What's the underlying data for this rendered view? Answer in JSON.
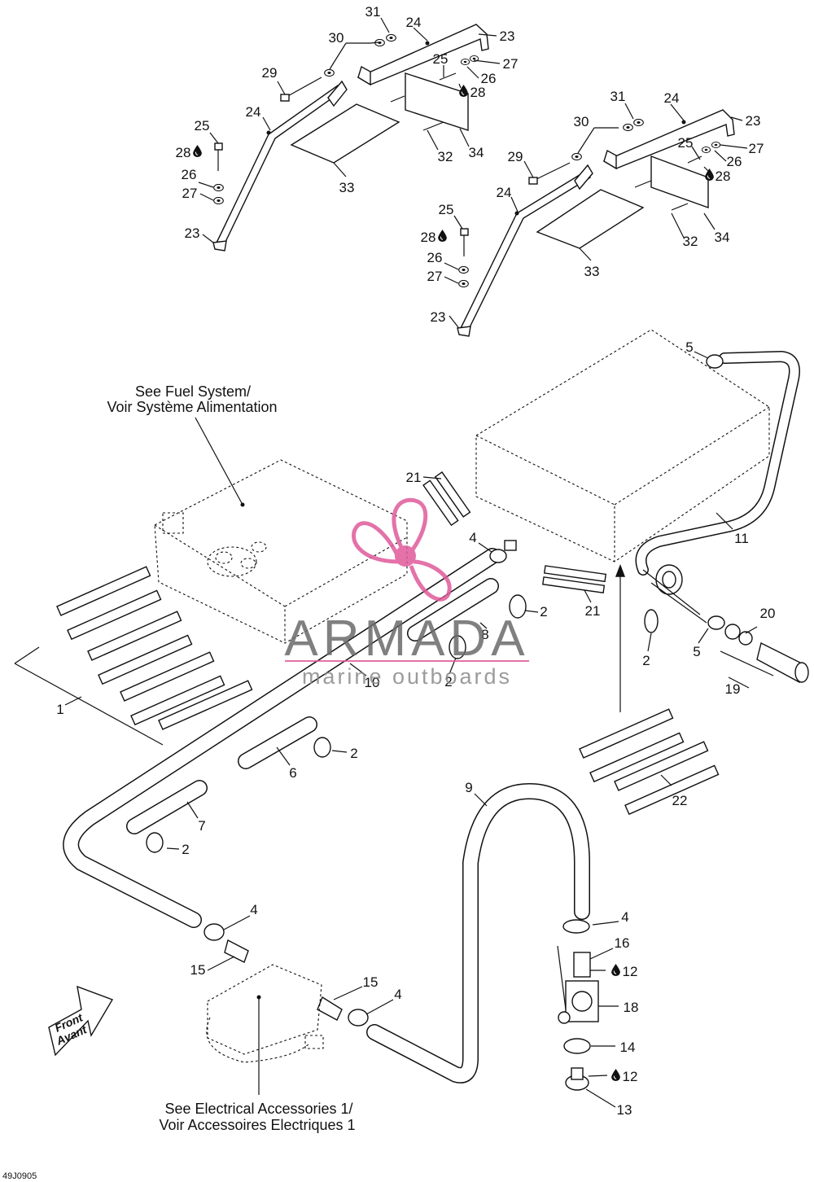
{
  "diagram": {
    "part_labels": {
      "p31a": "31",
      "p24a": "24",
      "p23a": "23",
      "p30a": "30",
      "p25a": "25",
      "p27a": "27",
      "p29a": "29",
      "p26a": "26",
      "p28a": "28",
      "p24b": "24",
      "p25b": "25",
      "p28b": "28",
      "p26b": "26",
      "p27b": "27",
      "p23b": "23",
      "p33a": "33",
      "p32a": "32",
      "p34a": "34",
      "p31b": "31",
      "p24c": "24",
      "p30b": "30",
      "p23c": "23",
      "p25c": "25",
      "p27c": "27",
      "p29b": "29",
      "p26c": "26",
      "p28c": "28",
      "p24d": "24",
      "p25d": "25",
      "p28d": "28",
      "p26d": "26",
      "p27d": "27",
      "p23d": "23",
      "p33b": "33",
      "p32b": "32",
      "p34b": "34",
      "p5a": "5",
      "p21a": "21",
      "p4a": "4",
      "p11": "11",
      "p21b": "21",
      "p2a": "2",
      "p8": "8",
      "p2b": "2",
      "p2c": "2",
      "p20": "20",
      "p5b": "5",
      "p10": "10",
      "p19": "19",
      "p1": "1",
      "p2d": "2",
      "p6": "6",
      "p22": "22",
      "p9": "9",
      "p7": "7",
      "p2e": "2",
      "p4b": "4",
      "p4c": "4",
      "p16": "16",
      "p12a": "12",
      "p15a": "15",
      "p15b": "15",
      "p4d": "4",
      "p18": "18",
      "p14": "14",
      "p12b": "12",
      "p13": "13"
    },
    "notes": {
      "fuel_line1": "See Fuel System/",
      "fuel_line2": "Voir Système Alimentation",
      "elec_line1": "See Electrical Accessories 1/",
      "elec_line2": "Voir Accessoires Electriques 1"
    },
    "front_arrow": {
      "line1": "Front",
      "line2": "Avant"
    },
    "drawing_code": "49J0905",
    "drop_icon": "oil-drop-icon"
  },
  "watermark": {
    "title": "ARMADA",
    "subtitle": "marine outboards",
    "logo_icon": "propeller-logo-icon",
    "color": "#e05a9b"
  }
}
